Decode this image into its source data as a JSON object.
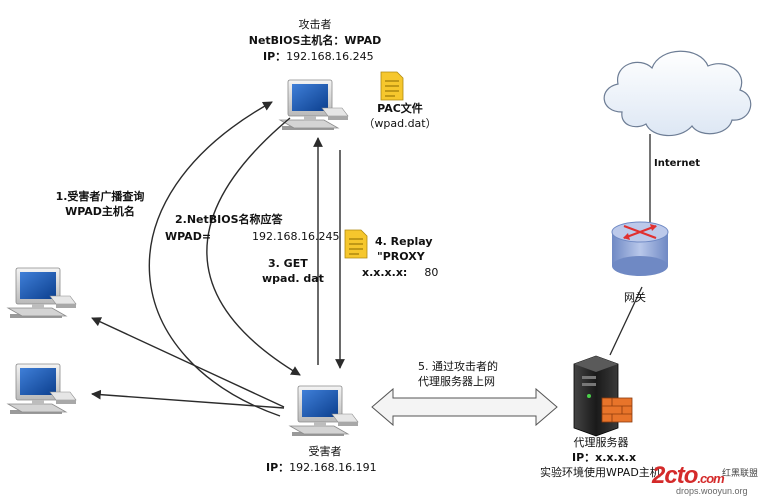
{
  "attacker": {
    "title": "攻击者",
    "netbios": "NetBIOS主机名：WPAD",
    "ip_label": "IP：",
    "ip": "192.168.16.245"
  },
  "pac_file": {
    "name": "PAC文件",
    "filename": "（wpad.dat）"
  },
  "steps": {
    "s1_line1": "1.受害者广播查询",
    "s1_line2": "WPAD主机名",
    "s2_line1": "2.NetBIOS名称应答",
    "s2_line2_key": "WPAD=",
    "s2_line2_val": "192.168.16.245",
    "s3_line1": "3. GET",
    "s3_line2": "wpad. dat",
    "s4_line1": "4. Replay",
    "s4_line2": "\"PROXY",
    "s4_line3_key": "x.x.x.x:",
    "s4_line3_val": "80",
    "s5_line1": "5. 通过攻击者的",
    "s5_line2": "代理服务器上网"
  },
  "victim": {
    "title": "受害者",
    "ip_label": "IP：",
    "ip": "192.168.16.191"
  },
  "internet": {
    "label": "Internet"
  },
  "gateway": {
    "label": "网关"
  },
  "proxy": {
    "title": "代理服务器",
    "ip_label": "IP：",
    "ip": "x.x.x.x",
    "note": "实验环境使用WPAD主机"
  },
  "watermark": {
    "logo": "2cto",
    "logo_suffix": ".com",
    "tag": "红黑联盟",
    "site": "drops.wooyun.org"
  },
  "colors": {
    "arrow": "#2b2b2b",
    "router_blue": "#8ba3d6",
    "router_red": "#e03030",
    "server_dark": "#1c1c1c",
    "firewall": "#e8742a",
    "watermark_red": "#d42a2a"
  }
}
